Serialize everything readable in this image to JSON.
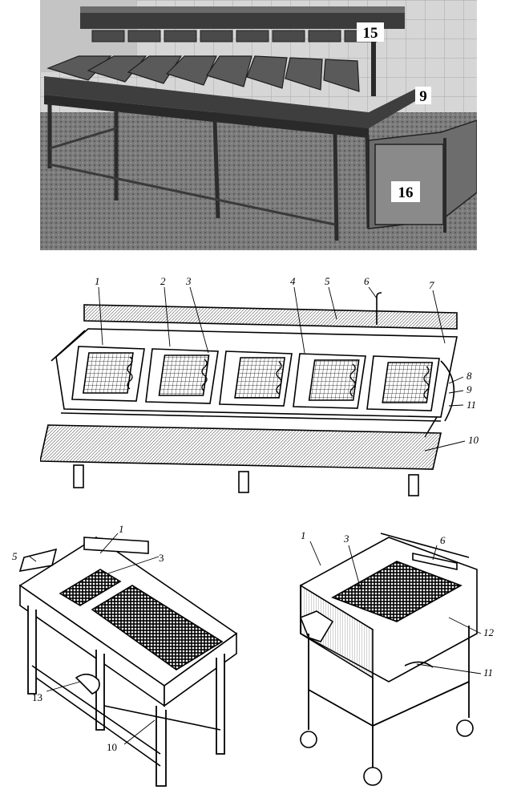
{
  "photo": {
    "badges": [
      "15",
      "9",
      "16"
    ],
    "colors": {
      "background": "#9a9a9a",
      "dark": "#333333",
      "badge_bg": "#ffffff"
    }
  },
  "drawing_top": {
    "callouts": [
      "1",
      "2",
      "3",
      "4",
      "5",
      "6",
      "7",
      "8",
      "9",
      "11",
      "10"
    ]
  },
  "drawing_bottom_left": {
    "callouts": [
      "5",
      "1",
      "3",
      "13",
      "10"
    ]
  },
  "drawing_bottom_right": {
    "callouts": [
      "1",
      "3",
      "6",
      "12",
      "11"
    ]
  }
}
